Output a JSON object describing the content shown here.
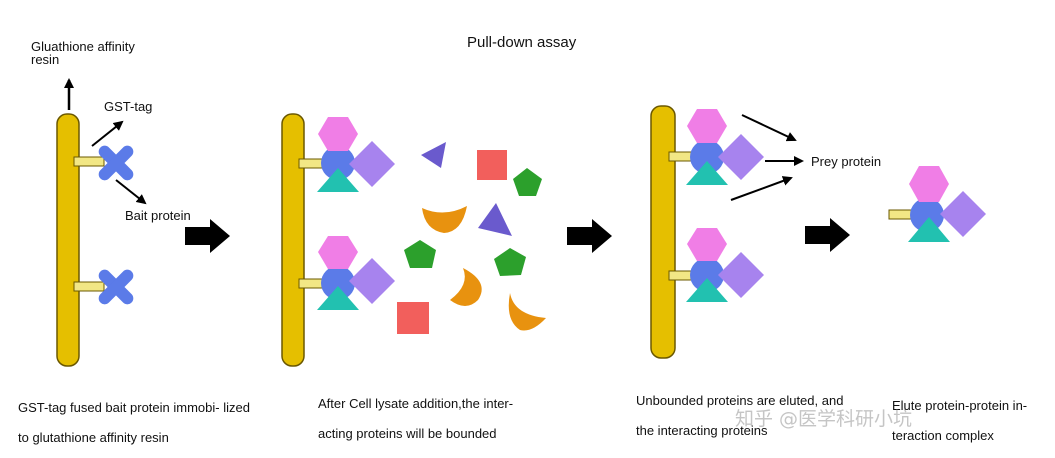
{
  "title": "Pull-down assay",
  "labels": {
    "resin": "Gluathione affinity resin",
    "gst_tag": "GST-tag",
    "bait_protein": "Bait protein",
    "prey_protein": "Prey protein"
  },
  "captions": [
    "GST-tag fused bait protein immobi- lized to glutathione affinity resin",
    "After Cell lysate addition,the inter- acting proteins will be bounded",
    "Unbounded proteins are eluted, and the interacting proteins",
    "Elute protein-protein in- teraction complex"
  ],
  "watermark": "知乎 @医学科研小坑",
  "colors": {
    "resin": "#e5bf00",
    "gst_tag": "#f2e785",
    "bait": "#5b7be8",
    "prey_hexagon": "#f07ee6",
    "prey_diamond": "#a783ee",
    "prey_triangle": "#22c1b0",
    "lysate_red": "#f25f5c",
    "lysate_green": "#2ca02c",
    "lysate_orange": "#e8920f",
    "lysate_violet": "#6a5acd",
    "arrow": "#000000"
  }
}
